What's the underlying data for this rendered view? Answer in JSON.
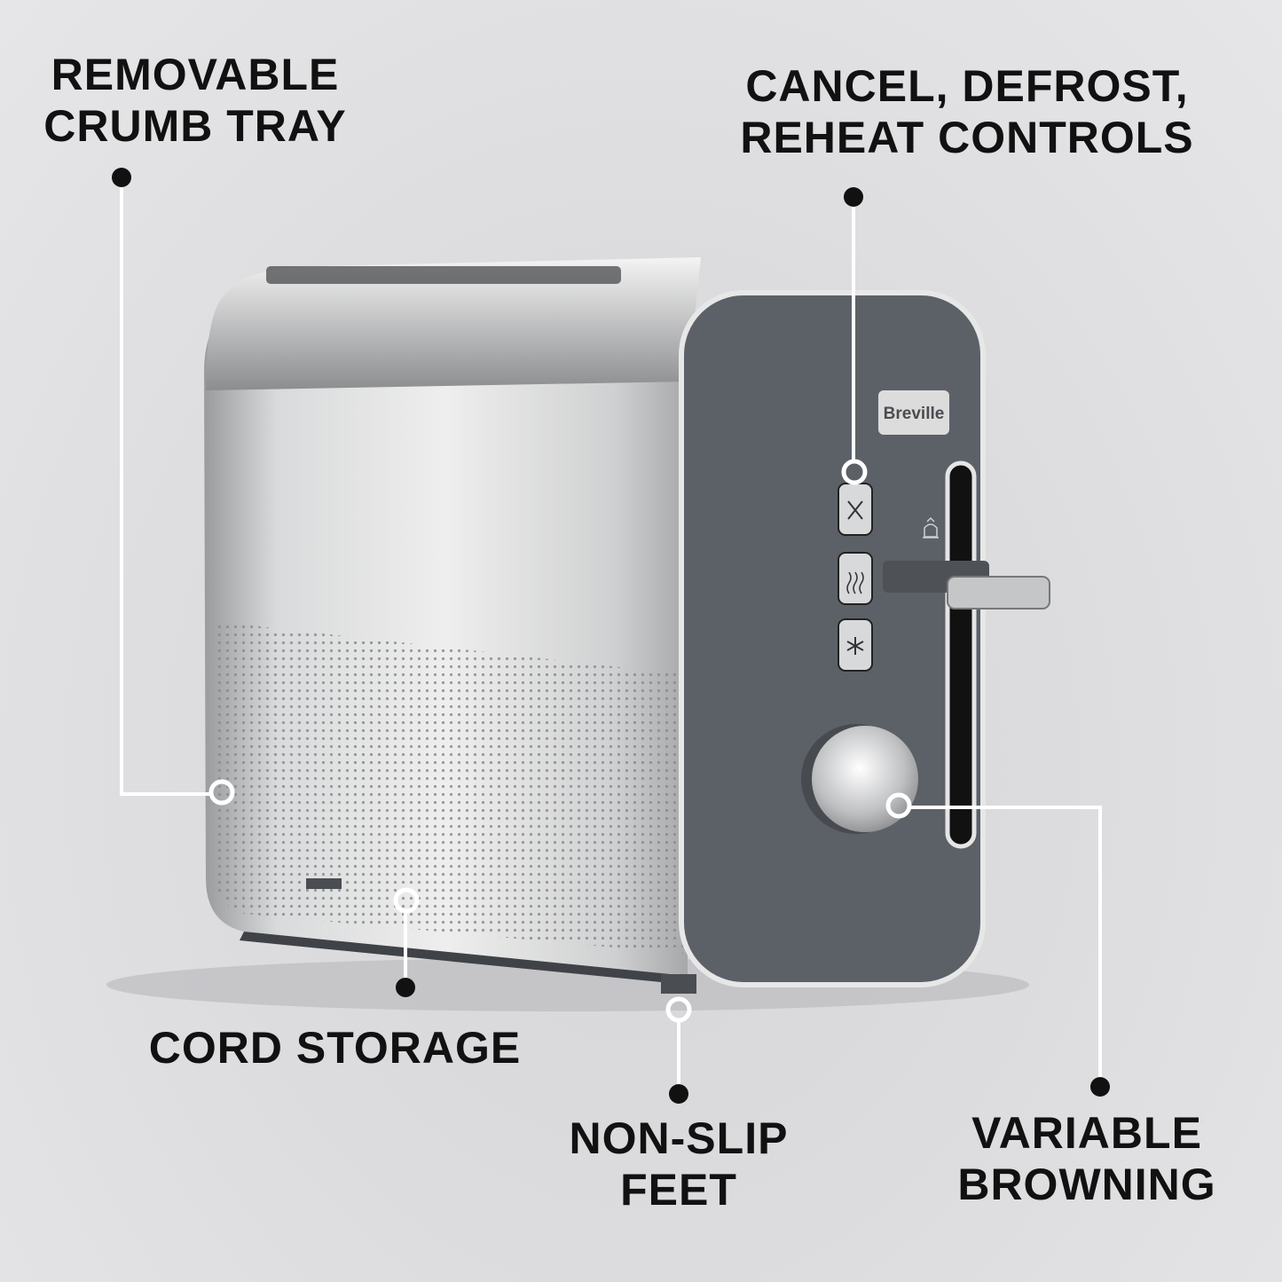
{
  "brand": "Breville",
  "callouts": {
    "crumb_tray": [
      "REMOVABLE",
      "CRUMB TRAY"
    ],
    "controls": [
      "CANCEL, DEFROST,",
      "REHEAT CONTROLS"
    ],
    "cord_storage": [
      "CORD STORAGE"
    ],
    "feet": [
      "NON-SLIP",
      "FEET"
    ],
    "browning": [
      "VARIABLE",
      "BROWNING"
    ]
  },
  "buttons": [
    {
      "name": "cancel",
      "icon": "x-icon"
    },
    {
      "name": "reheat",
      "icon": "steam-icon"
    },
    {
      "name": "defrost",
      "icon": "snowflake-icon"
    }
  ],
  "colors": {
    "panel": "#5c6168",
    "line": "#ffffff",
    "text": "#111111"
  }
}
